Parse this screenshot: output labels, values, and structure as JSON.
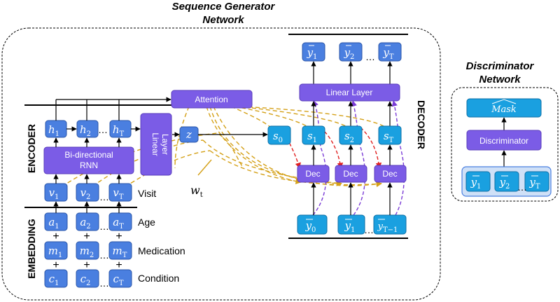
{
  "titles": {
    "generator_line1": "Sequence Generator",
    "generator_line2": "Network",
    "discriminator_line1": "Discriminator",
    "discriminator_line2": "Network"
  },
  "sections": {
    "encoder": "ENCODER",
    "embedding": "EMBEDDING",
    "decoder": "DECODER"
  },
  "boxes": {
    "attention": "Attention",
    "linear_layer_encoder_line1": "Linear",
    "linear_layer_encoder_line2": "Layer",
    "bi_rnn_line1": "Bi-directional",
    "bi_rnn_line2": "RNN",
    "linear_layer_decoder": "Linear Layer",
    "dec": "Dec",
    "discriminator": "Discriminator",
    "mask": "Mask"
  },
  "row_labels": {
    "visit": "Visit",
    "age": "Age",
    "medication": "Medication",
    "condition": "Condition"
  },
  "variables": {
    "h": "h",
    "v": "v",
    "a": "a",
    "m": "m",
    "c": "c",
    "s": "s",
    "z": "z",
    "y": "y",
    "w": "w",
    "sub_1": "1",
    "sub_2": "2",
    "sub_T": "T",
    "sub_0": "0",
    "sub_T_minus_1": "T−1",
    "sub_t": "t",
    "dots": "…",
    "plus": "+"
  },
  "colors": {
    "embedding_cells": "#4a7fe0",
    "decoder_cells": "#1aa0e0",
    "layers": "#7b5ce6",
    "attention_links": "#d4a017",
    "dec_input_links": "#e02020",
    "dec_feedback_links": "#7a3bd6"
  }
}
